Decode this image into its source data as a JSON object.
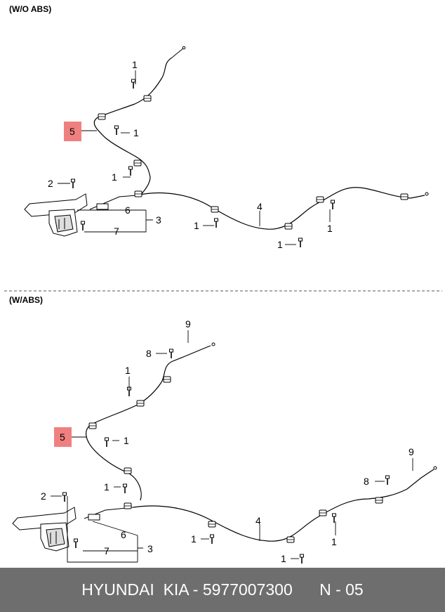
{
  "sections": [
    {
      "label": "(W/O ABS)",
      "callouts": [
        "1",
        "1",
        "1",
        "2",
        "6",
        "3",
        "7",
        "4",
        "1",
        "1",
        "1",
        "5"
      ]
    },
    {
      "label": "(W/ABS)",
      "callouts": [
        "9",
        "8",
        "1",
        "1",
        "1",
        "2",
        "6",
        "3",
        "7",
        "4",
        "1",
        "1",
        "1",
        "5",
        "9",
        "8"
      ]
    }
  ],
  "highlight": {
    "label": "5",
    "color": "#f08080"
  },
  "footer": {
    "brand": "HYUNDAI  KIA - 5977007300",
    "page": "N - 05",
    "background": "#6e6e6e"
  }
}
